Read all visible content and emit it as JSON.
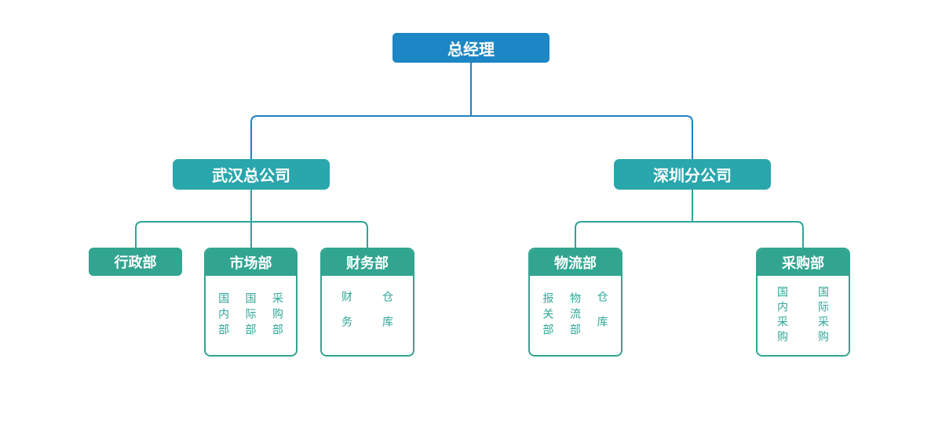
{
  "canvas": {
    "background": "#ffffff"
  },
  "colors": {
    "root_fill": "#1d86c4",
    "root_connector": "#2281c1",
    "branch_fill": "#2aa6ad",
    "branch_connector": "#2aa699",
    "dept_fill": "#32a591",
    "dept_border": "#32a591",
    "team_text": "#2fa697",
    "node_text": "#ffffff"
  },
  "org": {
    "root": {
      "label": "总经理"
    },
    "branches": [
      {
        "label": "武汉总公司",
        "departments": [
          {
            "label": "行政部",
            "teams": []
          },
          {
            "label": "市场部",
            "teams": [
              "国内部",
              "国际部",
              "采购部"
            ]
          },
          {
            "label": "财务部",
            "teams": [
              "财务",
              "仓库"
            ]
          }
        ]
      },
      {
        "label": "深圳分公司",
        "departments": [
          {
            "label": "物流部",
            "teams": [
              "报关部",
              "物流部",
              "仓库"
            ]
          },
          {
            "label": "采购部",
            "teams": [
              "国内采购",
              "国际采购"
            ]
          }
        ]
      }
    ]
  }
}
